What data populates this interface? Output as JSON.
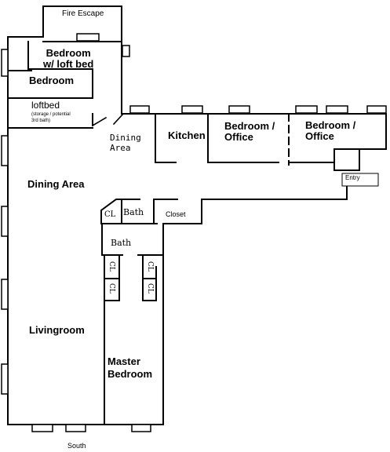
{
  "labels": {
    "fire_escape": "Fire Escape",
    "bedroom_loft_line1": "Bedroom",
    "bedroom_loft_line2": "w/ loft bed",
    "bedroom": "Bedroom",
    "loftbed": "loftbed",
    "loftbed_note_line1": "(storage / potential",
    "loftbed_note_line2": "3rd bath)",
    "dining_area_small_line1": "Dining",
    "dining_area_small_line2": "Area",
    "kitchen": "Kitchen",
    "bedroom_office_1_line1": "Bedroom /",
    "bedroom_office_1_line2": "Office",
    "bedroom_office_2_line1": "Bedroom /",
    "bedroom_office_2_line2": "Office",
    "entry": "Entry",
    "dining_area": "Dining Area",
    "cl_top": "CL",
    "bath_upper": "Bath",
    "closet": "Closet",
    "bath_lower": "Bath",
    "cl_left_1": "CL",
    "cl_left_2": "CL",
    "cl_right_1": "CL",
    "cl_right_2": "CL",
    "livingroom": "Livingroom",
    "master_bedroom_line1": "Master",
    "master_bedroom_line2": "Bedroom",
    "south": "South"
  },
  "colors": {
    "line": "#000000",
    "background": "#ffffff"
  }
}
